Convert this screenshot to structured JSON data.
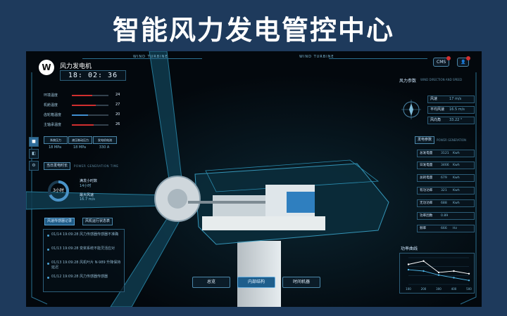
{
  "banner": {
    "title": "智能风力发电管控中心"
  },
  "top_bar": {
    "left_tag": "WIND TURBINE",
    "right_tag": "WIND TURBINE",
    "cms_label": "CMS"
  },
  "generator": {
    "logo": "W",
    "title": "风力发电机",
    "clock": "18: 02: 36"
  },
  "temperatures": [
    {
      "label": "环境温度",
      "value": "24",
      "level": 0.55,
      "color": "#d12f2f"
    },
    {
      "label": "机舱温度",
      "value": "27",
      "level": 0.65,
      "color": "#d12f2f"
    },
    {
      "label": "齿轮箱温度",
      "value": "20",
      "level": 0.45,
      "color": "#3f8fd0"
    },
    {
      "label": "主轴承温度",
      "value": "26",
      "level": 0.6,
      "color": "#d12f2f"
    }
  ],
  "side_tabs": [
    "■",
    "◧",
    "⚙"
  ],
  "pressures": [
    {
      "label": "系统压力",
      "value": "18 MPa"
    },
    {
      "label": "液压制动压力",
      "value": "18 MPa"
    },
    {
      "label": "发电机电流",
      "value": "330 A"
    }
  ],
  "power_gen": {
    "button": "当日发电时长",
    "caption": "POWER GENERATION TIME",
    "gauge_text": "3小时",
    "stat1_label": "满发小时数",
    "stat1_value": "14小时",
    "stat2_label": "最大风速",
    "stat2_value": "16.7 m/s"
  },
  "logs": {
    "tab_active": "风速传感器记录",
    "tab_other": "风机运行状态表",
    "items": [
      "01/14 19:09:28 风力传感器传感器不准确",
      "01/13 19:09:28 变桨系统不能灵活应对",
      "01/13 19:09:28 风机叶片 N-989 升降保持延迟",
      "01/12 19:09:28 风力传感器传感器"
    ]
  },
  "wind": {
    "title": "风力参数",
    "caption": "WIND DIRECTION AND SPEED",
    "rows": [
      {
        "k": "风速",
        "v": "17 m/s"
      },
      {
        "k": "平均风速",
        "v": "16.5 m/s"
      },
      {
        "k": "风向角",
        "v": "33.22 °"
      }
    ]
  },
  "power": {
    "title": "发电参数",
    "caption": "POWER GENERATION",
    "rows": [
      {
        "k": "总发电量",
        "v": "3121",
        "u": "Kwh"
      },
      {
        "k": "日发电量",
        "v": "3466",
        "u": "Kwh"
      },
      {
        "k": "总耗电量",
        "v": "679",
        "u": "Kwh"
      },
      {
        "k": "有功功率",
        "v": "321",
        "u": "Kwh"
      },
      {
        "k": "无功功率",
        "v": "688",
        "u": "Kwh"
      },
      {
        "k": "功率因数",
        "v": "0.89",
        "u": ""
      },
      {
        "k": "频率",
        "v": "666",
        "u": "Hz"
      }
    ]
  },
  "chart_data": {
    "type": "line",
    "title": "功率曲线",
    "categories": [
      "100",
      "200",
      "300",
      "400",
      "500"
    ],
    "series": [
      {
        "values": [
          30,
          35,
          18,
          20,
          16
        ]
      },
      {
        "values": [
          22,
          20,
          14,
          10,
          6
        ]
      }
    ],
    "colors": [
      "#ffffff",
      "#4fb6e8"
    ],
    "ylim": [
      0,
      40
    ]
  },
  "bottom_nav": [
    "总览",
    "内部结构",
    "时间机器"
  ]
}
